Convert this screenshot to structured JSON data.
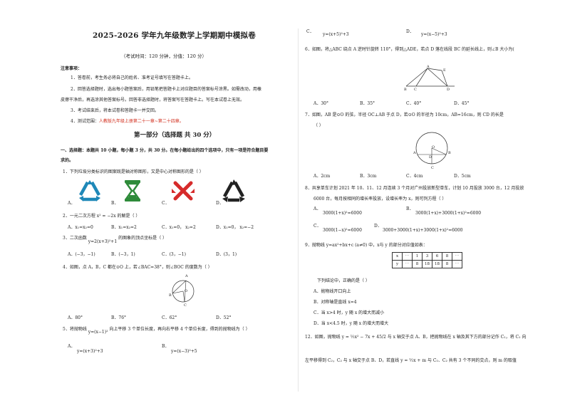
{
  "header": {
    "title": "2025-2026 学年九年级数学上学期期中模拟卷",
    "exam_info": "（考试时间：120 分钟，分值：120 分）"
  },
  "notice": {
    "heading": "注意事项：",
    "items": [
      "1．答卷前，考生务必将自己的姓名、准考证号填写在答题卡上。",
      "2．回答选择题时，选出每小题答案后，用铅笔把答题卡上对应题目的答案标号涂黑。如需改动，用橡",
      "皮擦干净后，再选涂其他答案标号。回答非选择题时，将答案写在答题卡上。写在本试卷上无效。",
      "3．考试结束后，将本试卷和答题卡一并交回。",
      "4．测试范围：",
      "人教版九年级上册第二十一章~第二十四章。"
    ]
  },
  "part1": {
    "heading": "第一部分（选择题  共 30 分）",
    "instruction_1": "一、选择题：本题共 10 小题，每小题 3 分，共 30 分。在每小题给出的四个选项中，只有一项是符合题目要",
    "instruction_2": "求的。"
  },
  "questions": {
    "q1": {
      "stem": "1．下列垃圾分类标识的图案既是轴对称图形，又是中心对称图形的是（    ）",
      "opts": [
        "A．",
        "B．",
        "C．",
        "D．"
      ]
    },
    "q2": {
      "stem": "2．一元二次方程 x² = −2x 的解是（    ）",
      "opts": [
        "A．x₁=x₂=0",
        "B．x₁=x₂=2",
        "C．x₁=0， x₂=2",
        "D．x₁=0， x₂=−2"
      ]
    },
    "q3": {
      "stem_a": "3．二次函数",
      "formula": "y=2(x+3)²+1",
      "stem_b": "的图象的顶点坐标是（    ）",
      "opts": [
        "A．(−3，−1)",
        "B．(−3，1)",
        "C．(3，−1)",
        "D．(3，1)"
      ]
    },
    "q4": {
      "stem": "4．如图，点 A，B，C 都在⊙O 上，若∠BAC=38°，则∠BOC 的度数为（    ）",
      "labels": [
        "A",
        "B",
        "O",
        "C"
      ],
      "opts": [
        "A．80°",
        "B．76°",
        "C．62°",
        "D．52°"
      ]
    },
    "q5": {
      "stem_a": "5．将抛物线",
      "formula": "y=(x−1)²",
      "stem_b": "向上平移 3 个单位长度，再向右平移 4 个单位长度，得到的抛物线为（    ）",
      "opts": [
        "A．",
        "B．"
      ],
      "formulas": [
        "y=(x+3)²+3",
        "y=(x−3)²+5"
      ]
    },
    "q5_cont": {
      "opts": [
        "C．",
        "D．"
      ],
      "formulas": [
        "y=(x+5)²+3",
        "y=(x−5)²+3"
      ]
    },
    "q6": {
      "stem": "6．如图，将△ABC 绕点 A 逆时针旋转 110°，得到△ADE，若点 D 落在线段 BC 的延长线上，则∠B 大小为(",
      "labels": [
        "A",
        "E",
        "B",
        "C",
        "D"
      ],
      "opts": [
        "A．30°",
        "B．35°",
        "C．40°",
        "D．45°"
      ]
    },
    "q7": {
      "stem_1": "7．如图，AB 是⊙O 的弦，半径 OC⊥AB 于点 D，若⊙O 的半径为 10cm，AB=16cm，则 CD 的长是",
      "stem_2": "（    ）",
      "labels": [
        "A",
        "B",
        "D",
        "O",
        "C"
      ],
      "opts": [
        "A．2cm",
        "B．3cm",
        "C．4cm",
        "D．5cm"
      ]
    },
    "q8": {
      "stem_1": "8．共享单车计划 2021 年 10、11、12 月连续 3 个月对广州投放新型单车，计划 10 月投放 3000 台，12 月投放",
      "stem_2": "6000 台，每月按相同的增长率投放，设增长率为 x，则可列方程（    ）",
      "opts": [
        "A．",
        "B．",
        "C．",
        "D．"
      ],
      "formulas": [
        "3000(1+x)²=6000",
        "3000(1+x)+3000(1+x)²=6000",
        "3000(1−x)²=6000",
        "3000+3000(1+x)+3000(1+x)²=6000"
      ]
    },
    "q9": {
      "stem_a": "9．抛物线",
      "formula": "y=ax²+bx+c  (a≠0)",
      "stem_b": "中，x与 y 的部分对应值如表：",
      "table": {
        "row_x": [
          "x",
          "⋯",
          "1",
          "3",
          "6",
          "8",
          "⋯"
        ],
        "row_y": [
          "y",
          "⋯",
          "8",
          "18",
          "18",
          "8",
          "⋯"
        ]
      },
      "conclusion": "下列结论中，正确的是（    ）",
      "opts": [
        "A．抛物线开口向上",
        "B．对称轴是直线 x=4",
        "C．当 x>4 时，y 随 x 的增大而减小",
        "D．当 x<4.5 时，y 随 x 的增大而增大"
      ]
    },
    "q10": {
      "line_1a": "12．如图，抛物线",
      "formula_1": "y = ½x² − 7x + 45/2",
      "line_1b": "与 x 轴交于点 A、B，把抛物线在 x 轴及其下方的部分记作 C₁，将 C₁ 向",
      "line_2a": "左平移得到 C₂，C₂ 与 x 轴交于点 B、D，若直线",
      "formula_2": "y = ½x + m",
      "line_2b": "与 C₁、C₂ 共有 3 个不同的交点，则 m 的取值"
    }
  },
  "colors": {
    "recycle_blue": "#1e88b8",
    "kitchen_green": "#2e8b3a",
    "hazard_red": "#d62b2b",
    "other_black": "#222222",
    "range_red": "#d2301f"
  }
}
